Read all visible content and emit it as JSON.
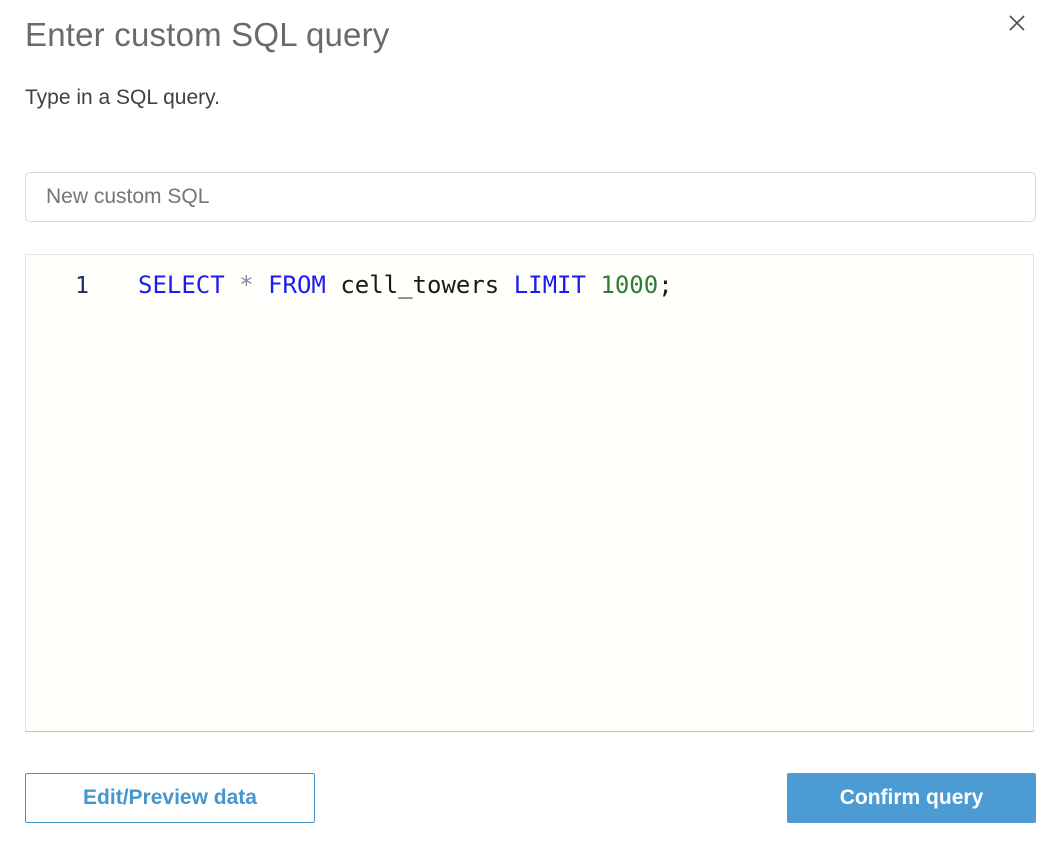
{
  "dialog": {
    "title": "Enter custom SQL query",
    "subtitle": "Type in a SQL query."
  },
  "name_input": {
    "value": "New custom SQL"
  },
  "editor": {
    "line_number": "1",
    "query_text": "SELECT * FROM cell_towers LIMIT 1000;",
    "tokens": [
      {
        "type": "keyword",
        "text": "SELECT "
      },
      {
        "type": "operator",
        "text": "* "
      },
      {
        "type": "keyword",
        "text": "FROM "
      },
      {
        "type": "identifier",
        "text": "cell_towers "
      },
      {
        "type": "keyword",
        "text": "LIMIT "
      },
      {
        "type": "number",
        "text": "1000"
      },
      {
        "type": "punctuation",
        "text": ";"
      }
    ]
  },
  "footer": {
    "edit_preview_label": "Edit/Preview data",
    "confirm_label": "Confirm query"
  },
  "icons": {
    "close": "close-icon"
  },
  "colors": {
    "title_color": "#6a6a6a",
    "subtitle_color": "#414141",
    "input_border": "#d9d9d9",
    "input_text": "#757575",
    "editor_bg": "#fffffb",
    "editor_border": "#e6e6e6",
    "editor_border_bottom": "#c2c2c2",
    "line_number_color": "#1b2a65",
    "keyword_color": "#1c1cf0",
    "operator_color": "#7e8aa8",
    "identifier_color": "#1a1a1a",
    "number_color": "#2e7d32",
    "punctuation_color": "#1a1a1a",
    "accent_blue": "#4596cf",
    "primary_btn_bg": "#4c9bd3",
    "primary_btn_text": "#ffffff",
    "close_icon_color": "#4a4a4a"
  }
}
